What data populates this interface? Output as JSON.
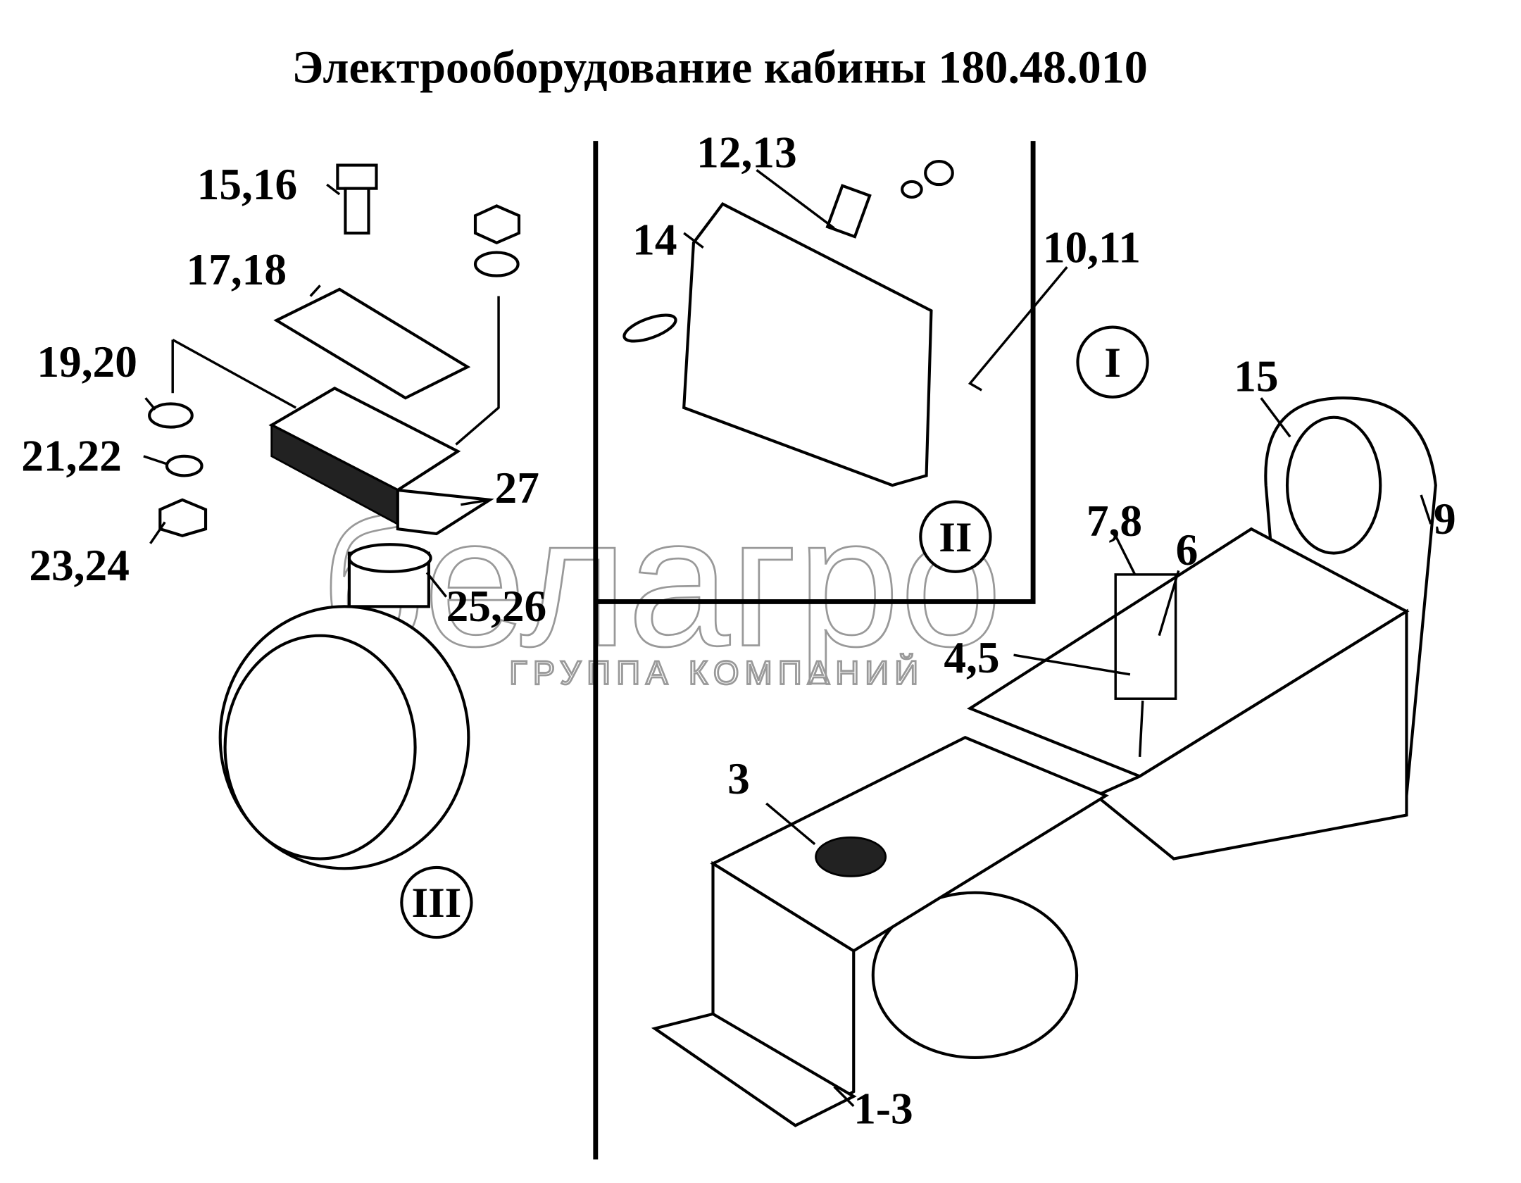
{
  "title": "Электрооборудование кабины 180.48.010",
  "watermark": {
    "brand": "белагро",
    "subtitle": "ГРУППА КОМПАНИЙ"
  },
  "views": {
    "I": "I",
    "II": "II",
    "III": "III"
  },
  "callouts": {
    "c15_16": "15,16",
    "c17_18": "17,18",
    "c19_20": "19,20",
    "c21_22": "21,22",
    "c23_24": "23,24",
    "c27": "27",
    "c25_26": "25,26",
    "c12_13": "12,13",
    "c14": "14",
    "c10_11": "10,11",
    "c7_8": "7,8",
    "c6": "6",
    "c4_5": "4,5",
    "c15": "15",
    "c9": "9",
    "c3": "3",
    "c1_3": "1-3"
  }
}
